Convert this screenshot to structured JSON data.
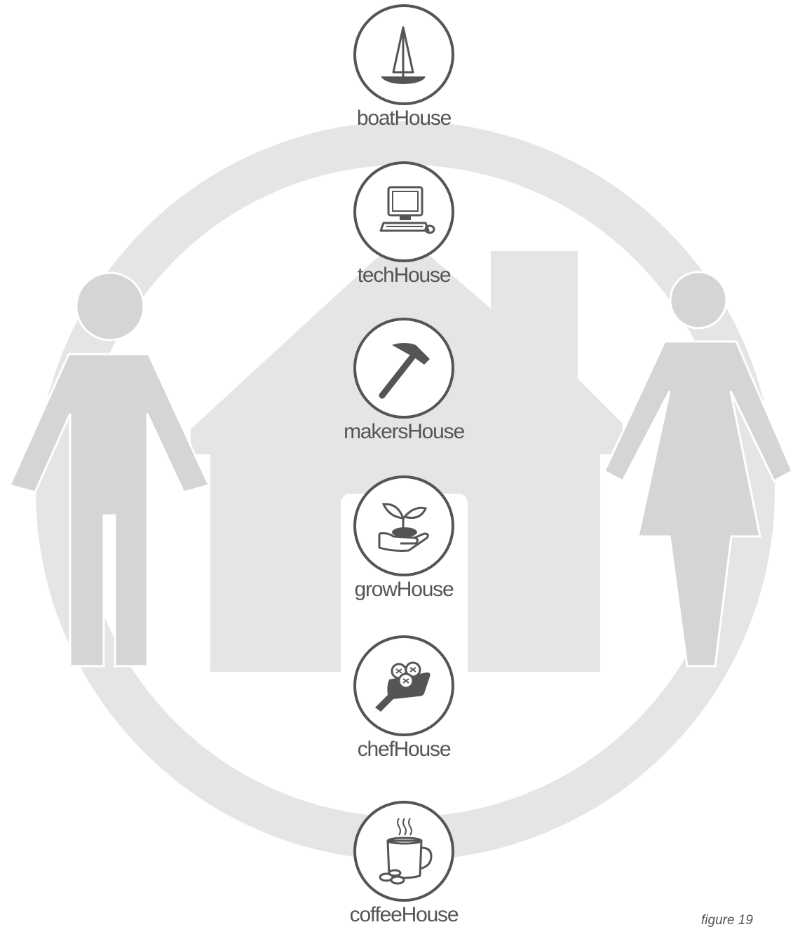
{
  "colors": {
    "ring": "#e5e5e5",
    "house": "#e5e5e5",
    "person": "#d5d5d5",
    "icon": "#555555",
    "text": "#555555"
  },
  "houses": [
    {
      "label": "boatHouse",
      "icon": "sailboat-icon"
    },
    {
      "label": "techHouse",
      "icon": "computer-icon"
    },
    {
      "label": "makersHouse",
      "icon": "hammer-icon"
    },
    {
      "label": "growHouse",
      "icon": "seedling-in-hand-icon"
    },
    {
      "label": "chefHouse",
      "icon": "bread-board-icon"
    },
    {
      "label": "coffeeHouse",
      "icon": "coffee-mug-icon"
    }
  ],
  "caption": "figure 19"
}
